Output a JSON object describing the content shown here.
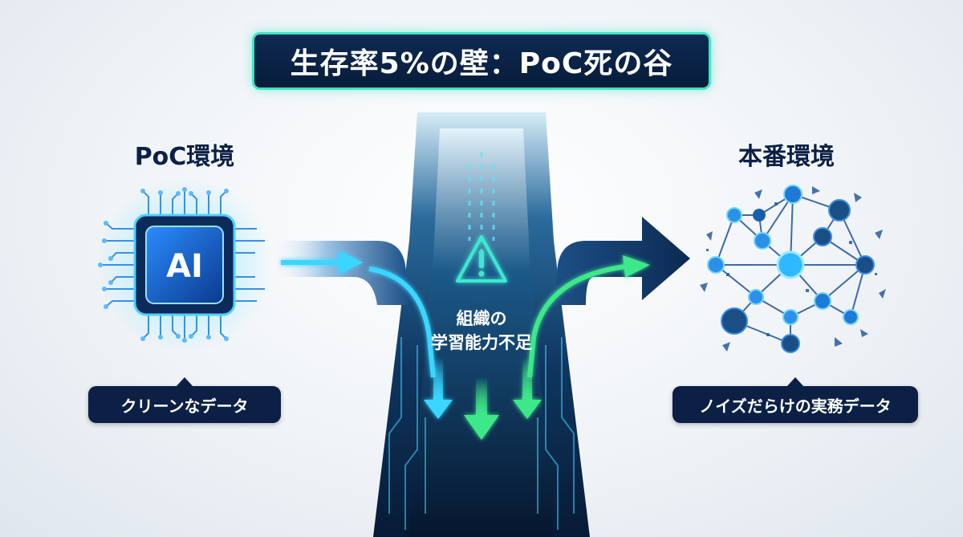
{
  "title": "生存率5%の壁：PoC死の谷",
  "left": {
    "heading": "PoC環境",
    "chip_label": "AI",
    "caption": "クリーンなデータ"
  },
  "right": {
    "heading": "本番環境",
    "caption": "ノイズだらけの実務データ"
  },
  "center": {
    "label_line1": "組織の",
    "label_line2": "学習能力不足"
  },
  "colors": {
    "navy": "#0c2046",
    "accent_cyan": "#3ad6ff",
    "accent_green": "#3ee88a",
    "chip_blue": "#1f6fe0"
  }
}
